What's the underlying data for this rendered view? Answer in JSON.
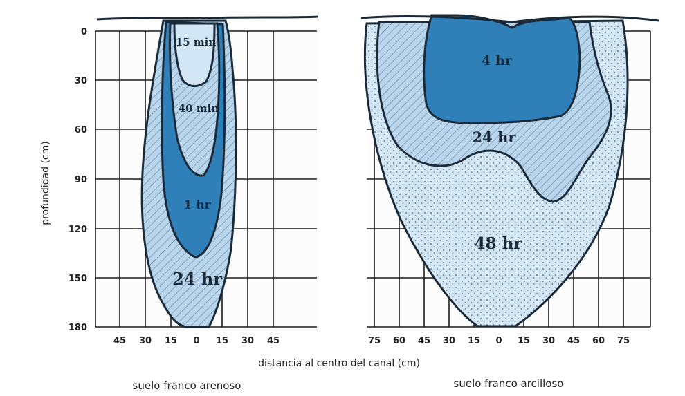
{
  "y_axis": {
    "title": "profundidad (cm)",
    "ticks": [
      "0",
      "30",
      "60",
      "90",
      "120",
      "150",
      "180"
    ]
  },
  "x_axis": {
    "title": "distancia al centro del canal (cm)"
  },
  "left_panel": {
    "caption": "suelo franco arenoso",
    "ticks": [
      "45",
      "30",
      "15",
      "0",
      "15",
      "30",
      "45"
    ],
    "zones": [
      "15 min",
      "40 min",
      "1 hr",
      "24 hr"
    ]
  },
  "right_panel": {
    "caption": "suelo franco arcilloso",
    "ticks": [
      "75",
      "60",
      "45",
      "30",
      "15",
      "0",
      "15",
      "30",
      "45",
      "60",
      "75"
    ],
    "zones": [
      "4 hr",
      "24 hr",
      "48 hr"
    ]
  },
  "colors": {
    "dark_blue": "#2f7fb8",
    "mid_blue": "#a7cbe6",
    "light_blue": "#cfe3f3",
    "outline": "#1b2a38"
  }
}
